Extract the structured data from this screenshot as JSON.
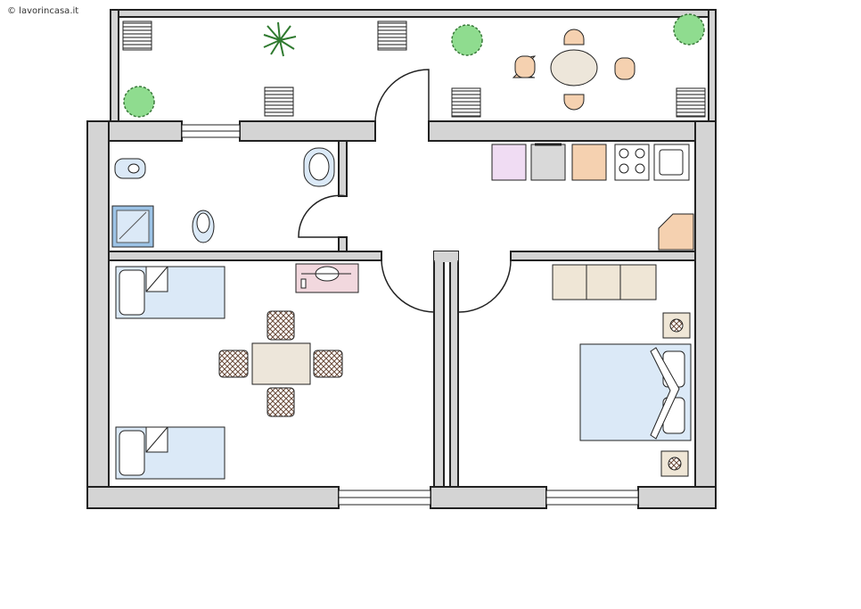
{
  "watermark": {
    "text": "© lavorincasa.it"
  },
  "colors": {
    "wall": "#d4d4d4",
    "wall_stroke": "#222222",
    "floor": "#ffffff",
    "bed": "#dbe9f7",
    "shower": "#9cc3e6",
    "counter_peach": "#f5d1b0",
    "counter_pink": "#f0dcf3",
    "wardrobe": "#efe6d6",
    "table": "#ede6da",
    "plant": "#8fdc8f",
    "desk": "#f2d8de"
  },
  "rooms": [
    "terrace",
    "bathroom",
    "kitchen",
    "bedroom-twin",
    "bedroom-double"
  ]
}
